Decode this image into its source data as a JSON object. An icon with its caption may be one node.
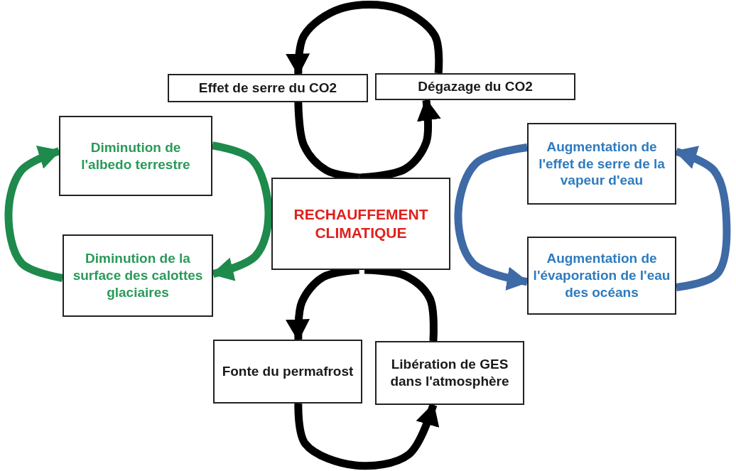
{
  "diagram": {
    "nodes": [
      {
        "text": [
          "RECHAUFFEMENT CLIMATIQUE"
        ]
      },
      {
        "text": [
          "Effet de serre du CO2"
        ]
      },
      {
        "text": [
          "Dégazage du CO2"
        ]
      },
      {
        "text": [
          "Diminution de l'albedo terrestre"
        ]
      },
      {
        "text": [
          "Diminution de la surface des calottes glaciaires"
        ]
      },
      {
        "text": [
          "Augmentation de l'effet de serre de la vapeur d'eau"
        ]
      },
      {
        "text": [
          "Augmentation de l'évaporation de l'eau des océans"
        ]
      },
      {
        "text": [
          "Fonte du permafrost"
        ]
      },
      {
        "text": [
          "Libération de GES dans l'atmosphère"
        ]
      }
    ],
    "edges": [
      {
        "from": 0,
        "to": 2,
        "arrow": "to"
      },
      {
        "from": 2,
        "to": 1,
        "arrow": "to"
      },
      {
        "from": 1,
        "to": 0,
        "arrow": "none"
      },
      {
        "from": 0,
        "to": 7,
        "arrow": "to"
      },
      {
        "from": 7,
        "to": 8,
        "arrow": "to"
      },
      {
        "from": 8,
        "to": 0,
        "arrow": "none"
      },
      {
        "from": 3,
        "to": 4,
        "arrow": "to",
        "color": "#1e8a4c"
      },
      {
        "from": 4,
        "to": 3,
        "arrow": "to",
        "color": "#1e8a4c"
      },
      {
        "from": 5,
        "to": 6,
        "arrow": "to",
        "color": "#3e6aa6"
      },
      {
        "from": 6,
        "to": 5,
        "arrow": "to",
        "color": "#3e6aa6"
      }
    ]
  }
}
